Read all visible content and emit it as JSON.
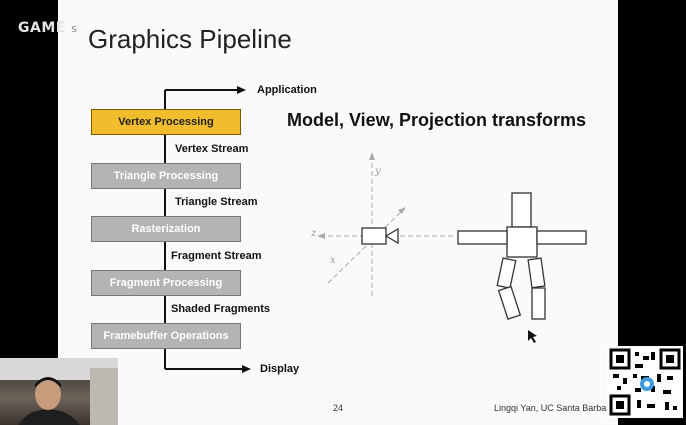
{
  "watermark": {
    "brand": "GAME",
    "suffix": "s"
  },
  "slide": {
    "title": "Graphics Pipeline",
    "heading": "Model, View, Projection transforms",
    "page_number": "24",
    "footer": "Lingqi Yan, UC Santa Barbar"
  },
  "pipeline": {
    "input": "Application",
    "output": "Display",
    "stages": [
      {
        "label": "Vertex Processing",
        "highlighted": true
      },
      {
        "label": "Triangle Processing",
        "highlighted": false
      },
      {
        "label": "Rasterization",
        "highlighted": false
      },
      {
        "label": "Fragment Processing",
        "highlighted": false
      },
      {
        "label": "Framebuffer Operations",
        "highlighted": false
      }
    ],
    "streams": [
      "Vertex Stream",
      "Triangle Stream",
      "Fragment Stream",
      "Shaded Fragments"
    ]
  },
  "diagram": {
    "axis_x": "x",
    "axis_y": "y",
    "axis_z": "z"
  },
  "colors": {
    "highlight": "#f2bd2c",
    "stage": "#b4b4b4"
  }
}
